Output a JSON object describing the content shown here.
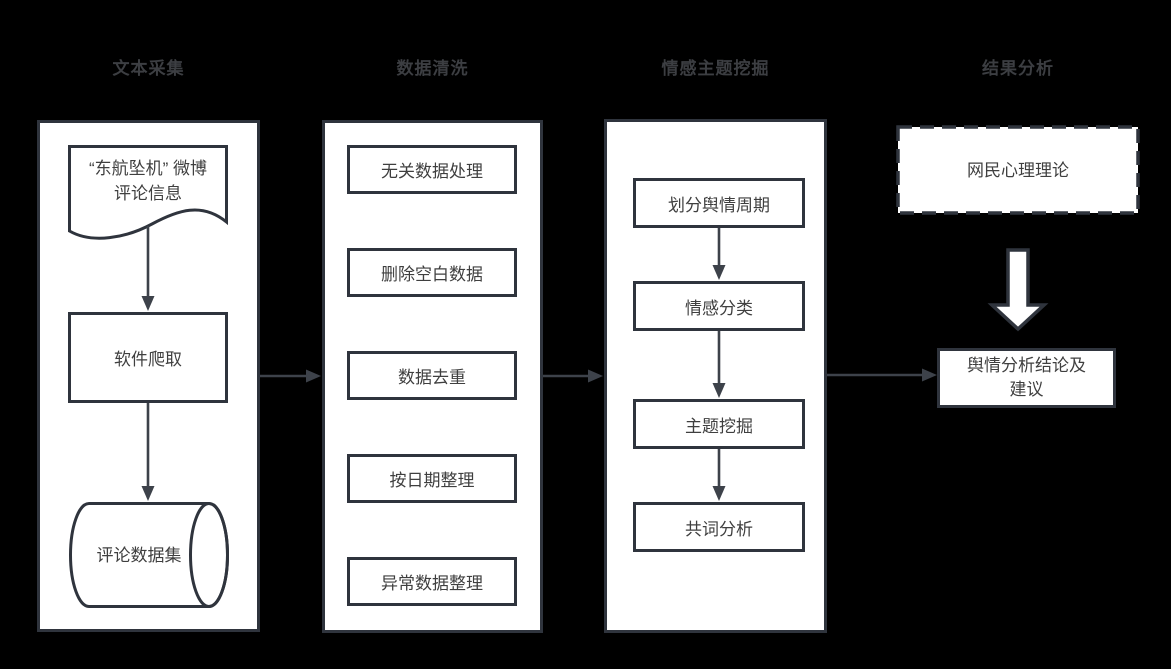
{
  "palette": {
    "background": "#000000",
    "shape_fill": "#ffffff",
    "shape_border": "#2f343d",
    "arrow_color": "#3d424a",
    "header_text_color": "#3c3e42",
    "node_text_color": "#3f3f3f"
  },
  "headers": {
    "col1": "文本采集",
    "col2": "数据清洗",
    "col3": "情感主题挖掘",
    "col4": "结果分析"
  },
  "col1": {
    "document": {
      "line1": "“东航坠机” 微博",
      "line2": "评论信息"
    },
    "process": "软件爬取",
    "datastore": "评论数据集"
  },
  "col2": {
    "steps": [
      "无关数据处理",
      "删除空白数据",
      "数据去重",
      "按日期整理",
      "异常数据整理"
    ]
  },
  "col3": {
    "steps": [
      "划分舆情周期",
      "情感分类",
      "主题挖掘",
      "共词分析"
    ]
  },
  "col4": {
    "theory": "网民心理理论",
    "result": {
      "line1": "舆情分析结论及",
      "line2": "建议"
    }
  }
}
